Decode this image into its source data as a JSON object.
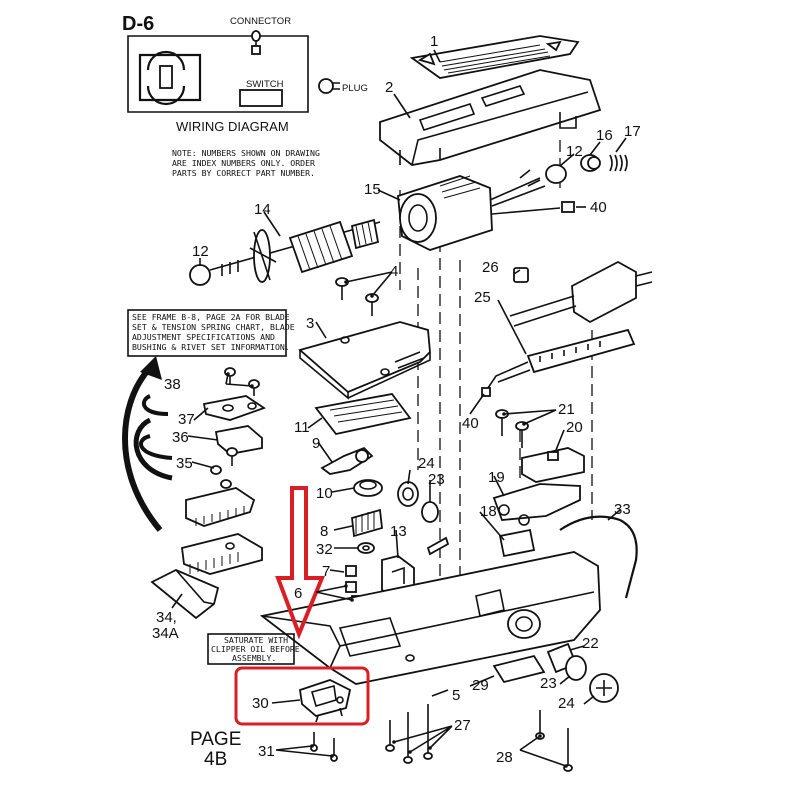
{
  "diagram": {
    "frame_id": "D-6",
    "page": {
      "line1": "PAGE",
      "line2": "4B"
    },
    "wiring": {
      "connector": "CONNECTOR",
      "switch": "SWITCH",
      "plug": "PLUG",
      "title": "WIRING DIAGRAM"
    },
    "note": [
      "NOTE: NUMBERS SHOWN ON DRAWING",
      "ARE INDEX NUMBERS ONLY. ORDER",
      "PARTS BY CORRECT PART NUMBER."
    ],
    "see_frame": [
      "SEE FRAME B-8, PAGE 2A FOR BLADE",
      "SET & TENSION SPRING CHART, BLADE",
      "ADJUSTMENT SPECIFICATIONS AND",
      "BUSHING & RIVET SET INFORMATION."
    ],
    "saturate": [
      "SATURATE WITH",
      "CLIPPER OIL BEFORE",
      "ASSEMBLY."
    ],
    "highlight_color": "#d81f26",
    "callouts": {
      "c1": "1",
      "c2": "2",
      "c3": "3",
      "c4": "4",
      "c5": "5",
      "c6": "6",
      "c7": "7",
      "c8": "8",
      "c9": "9",
      "c10": "10",
      "c11": "11",
      "c12a": "12",
      "c12b": "12",
      "c13": "13",
      "c14": "14",
      "c15": "15",
      "c16": "16",
      "c17": "17",
      "c18": "18",
      "c19": "19",
      "c20": "20",
      "c21": "21",
      "c22": "22",
      "c23a": "23",
      "c23b": "23",
      "c24a": "24",
      "c24b": "24",
      "c25": "25",
      "c26": "26",
      "c27": "27",
      "c28": "28",
      "c29": "29",
      "c30": "30",
      "c31": "31",
      "c32": "32",
      "c33": "33",
      "c34": "34,",
      "c34a": "34A",
      "c35": "35",
      "c36": "36",
      "c37": "37",
      "c38": "38",
      "c40a": "40",
      "c40b": "40"
    }
  }
}
